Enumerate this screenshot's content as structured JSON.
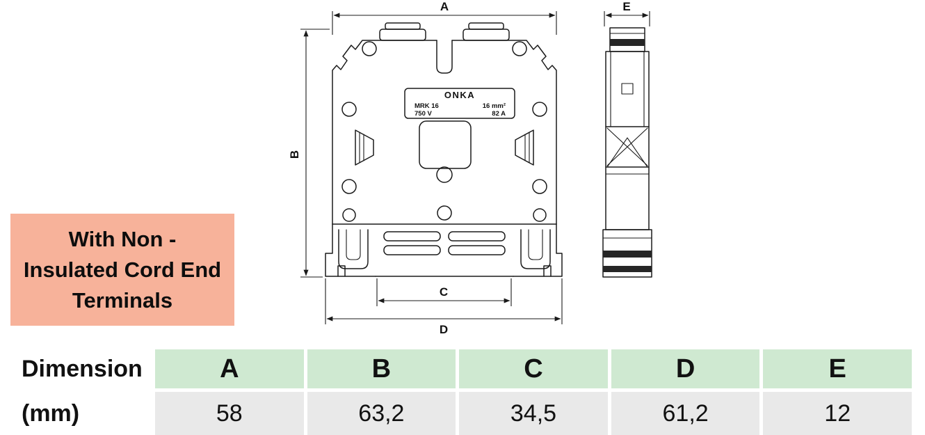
{
  "label_box": {
    "line1": "With Non -",
    "line2": "Insulated Cord End",
    "line3": "Terminals"
  },
  "drawing": {
    "dims": {
      "a": "A",
      "b": "B",
      "c": "C",
      "d": "D",
      "e": "E"
    },
    "plate": {
      "brand": "ONKA",
      "model": "MRK 16",
      "section": "16 mm²",
      "voltage": "750 V",
      "current": "82 A"
    }
  },
  "table": {
    "row_header": {
      "line1": "Dimension",
      "line2": "(mm)"
    },
    "columns": [
      "A",
      "B",
      "C",
      "D",
      "E"
    ],
    "values": [
      "58",
      "63,2",
      "34,5",
      "61,2",
      "12"
    ]
  },
  "colors": {
    "label_bg": "#f7b29a",
    "table_header_bg": "#cfe9d1",
    "table_value_bg": "#e9e9e9",
    "line": "#1a1a1a"
  }
}
